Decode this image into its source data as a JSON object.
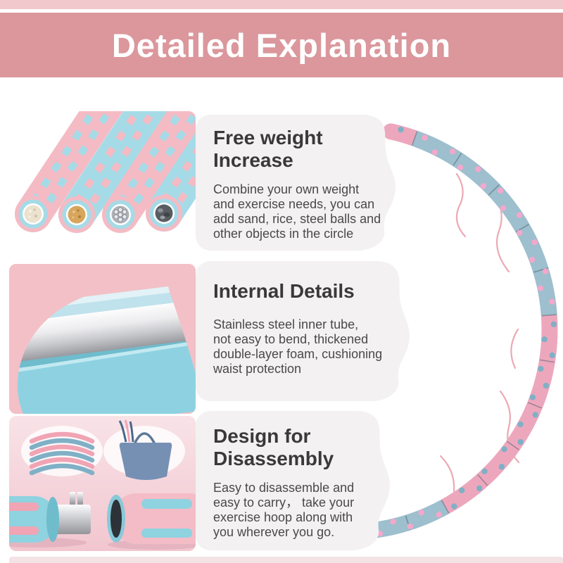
{
  "banner": {
    "title": "Detailed Explanation"
  },
  "sections": [
    {
      "heading": "Free weight\nIncrease",
      "body": "Combine your own weight\nand exercise needs, you can\nadd sand, rice, steel balls and\nother objects in the circle",
      "figure": "tube-cross-sections-with-fillings"
    },
    {
      "heading": "Internal Details",
      "body": "Stainless steel inner tube,\nnot easy to bend, thickened\ndouble-layer foam, cushioning\nwaist protection",
      "figure": "tube-internal-cutaway"
    },
    {
      "heading": "Design for\nDisassembly",
      "body": "Easy to disassemble and\neasy to carry， take your\nexercise hoop along with\nyou wherever you go.",
      "figure": "detachable-segments-and-carry-bag"
    }
  ],
  "colors": {
    "banner_bg": "#db979c",
    "banner_text": "#ffffff",
    "top_strip": "#f1c8cb",
    "panel_bg": "#f3f1f2",
    "heading_text": "#3b3839",
    "body_text": "#4b4849",
    "hoop_pink": "#eda7bd",
    "hoop_blue": "#9dbfce",
    "hoop_dot_pink": "#f3a8cb",
    "hoop_dot_blue": "#7fb0c6",
    "hoop_seam": "#4a5a66",
    "motion_line": "#e89aa8",
    "tube_pink": "#f4bbc4",
    "tube_blue": "#a5dbe7",
    "fill_rice": "#ebe2cf",
    "fill_grain": "#d7a55c",
    "fill_steel": "#aeb2b8",
    "fill_stone": "#585d62",
    "photo2_pink": "#f2c0c6",
    "foam_light": "#bfe2ec",
    "foam_deep": "#8ed2e2",
    "metal_light": "#fdfdfe",
    "metal_mid": "#c7c8cc",
    "metal_dark": "#93959a",
    "photo3_bg_top": "#f8e3e7",
    "photo3_bg_bottom": "#f2c6cf",
    "bag_blue": "#7690b4",
    "seg_blue": "#8fd2e0",
    "seg_pink": "#f4bcc6",
    "slot_pink": "#f0a4b4",
    "slot_blue": "#8fd2e0",
    "hole_dark": "#2c3237",
    "rim_teal": "#6fbccd",
    "shadow_pink": "#dba9b6",
    "bottom_strip": "#f4e3e5"
  }
}
